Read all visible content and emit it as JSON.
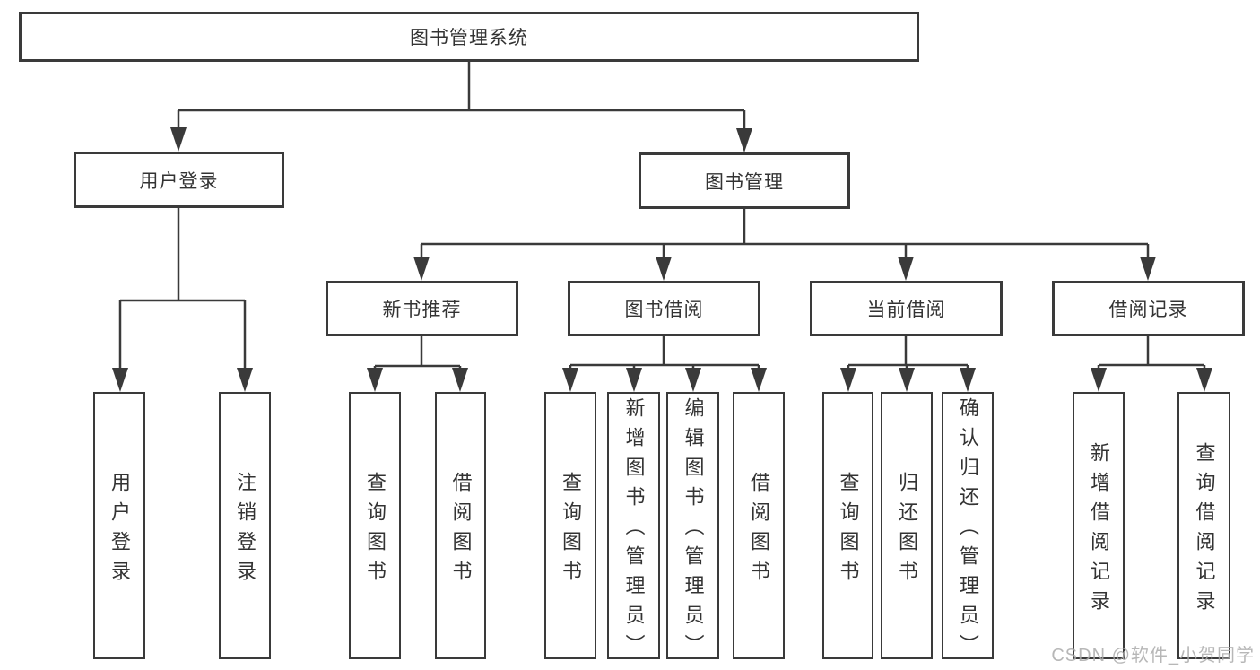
{
  "diagram": {
    "type": "tree",
    "direction": "top-down",
    "tree": {
      "label": "图书管理系统",
      "children": [
        {
          "label": "用户登录",
          "children": [
            {
              "label": "用户登录"
            },
            {
              "label": "注销登录"
            }
          ]
        },
        {
          "label": "图书管理",
          "children": [
            {
              "label": "新书推荐",
              "children": [
                {
                  "label": "查询图书"
                },
                {
                  "label": "借阅图书"
                }
              ]
            },
            {
              "label": "图书借阅",
              "children": [
                {
                  "label": "查询图书"
                },
                {
                  "label": "新增图书（管理员）"
                },
                {
                  "label": "编辑图书（管理员）"
                },
                {
                  "label": "借阅图书"
                }
              ]
            },
            {
              "label": "当前借阅",
              "children": [
                {
                  "label": "查询图书"
                },
                {
                  "label": "归还图书"
                },
                {
                  "label": "确认归还（管理员）"
                }
              ]
            },
            {
              "label": "借阅记录",
              "children": [
                {
                  "label": "新增借阅记录"
                },
                {
                  "label": "查询借阅记录"
                }
              ]
            }
          ]
        }
      ]
    },
    "colors": {
      "line": "#3a3a3a",
      "text": "#333333",
      "box_background": "#ffffff"
    }
  },
  "watermark": {
    "text": "CSDN @软件_小贺同学",
    "color": "#ababab"
  }
}
